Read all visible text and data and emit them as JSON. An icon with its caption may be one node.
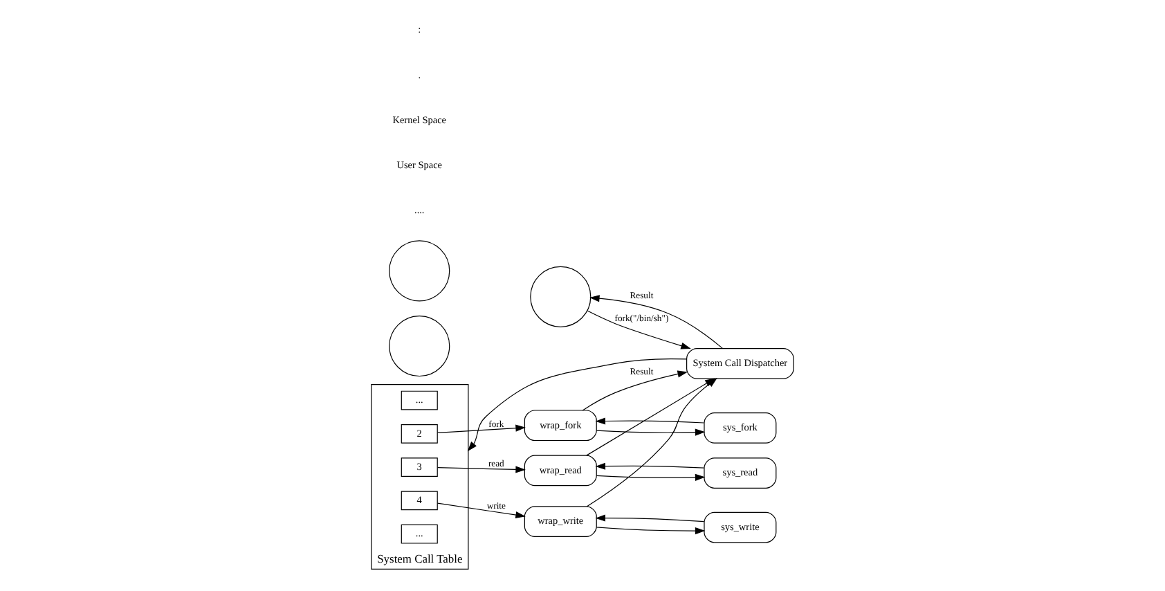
{
  "diagram": {
    "nodes": [
      {
        "text": [],
        "shape": "circle"
      },
      {
        "text": [],
        "shape": "circle"
      },
      {
        "text": [],
        "shape": "circle"
      },
      {
        "text": [
          "System Call Dispatcher"
        ]
      },
      {
        "text": [],
        "shape": "box",
        "beside": [
          "System Call Table"
        ]
      },
      {
        "text": [
          "..."
        ],
        "in": 4
      },
      {
        "text": [
          "2"
        ],
        "in": 4
      },
      {
        "text": [
          "3"
        ],
        "in": 4
      },
      {
        "text": [
          "4"
        ],
        "in": 4
      },
      {
        "text": [
          "..."
        ],
        "in": 4
      },
      {
        "text": [
          "wrap_fork"
        ]
      },
      {
        "text": [
          "sys_fork"
        ]
      },
      {
        "text": [
          "wrap_read"
        ]
      },
      {
        "text": [
          "sys_read"
        ]
      },
      {
        "text": [
          "wrap_write"
        ]
      },
      {
        "text": [
          "sys_write"
        ]
      }
    ],
    "edges": [
      {
        "from": 0,
        "to": 3,
        "arrow": "to",
        "label": "fork(\"/bin/sh\")"
      },
      {
        "from": 3,
        "to": 0,
        "arrow": "to",
        "label": "Result"
      },
      {
        "from": 3,
        "to": 4,
        "arrow": "to"
      },
      {
        "from": 6,
        "to": 10,
        "arrow": "to",
        "label": "fork"
      },
      {
        "from": 7,
        "to": 12,
        "arrow": "to",
        "label": "read"
      },
      {
        "from": 8,
        "to": 14,
        "arrow": "to",
        "label": "write"
      },
      {
        "from": 10,
        "to": 11,
        "arrow": "to"
      },
      {
        "from": 11,
        "to": 10,
        "arrow": "to"
      },
      {
        "from": 12,
        "to": 13,
        "arrow": "to"
      },
      {
        "from": 13,
        "to": 12,
        "arrow": "to"
      },
      {
        "from": 14,
        "to": 15,
        "arrow": "to"
      },
      {
        "from": 15,
        "to": 14,
        "arrow": "to"
      },
      {
        "from": 10,
        "to": 3,
        "arrow": "to",
        "label": "Result"
      },
      {
        "from": 12,
        "to": 3,
        "arrow": "to"
      },
      {
        "from": 14,
        "to": 3,
        "arrow": "to"
      }
    ],
    "labels": [
      "....",
      "User Space",
      "Kernel Space",
      ".",
      ":"
    ]
  }
}
